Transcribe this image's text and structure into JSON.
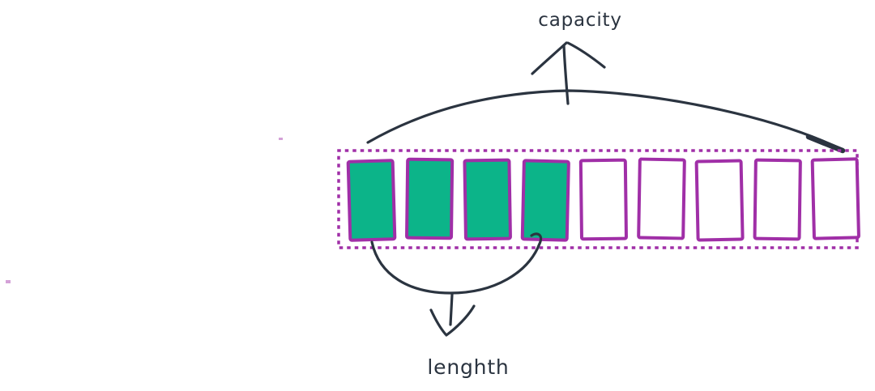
{
  "diagram": {
    "labels": {
      "capacity": "capacity",
      "length": "lenghth"
    },
    "array": {
      "total_cells": 9,
      "filled_cells": 4
    },
    "colors": {
      "background": "#ffffff",
      "ink": "#2b3440",
      "purple": "#a02fa7",
      "green": "#0cb489",
      "cell_empty": "#ffffff"
    }
  }
}
